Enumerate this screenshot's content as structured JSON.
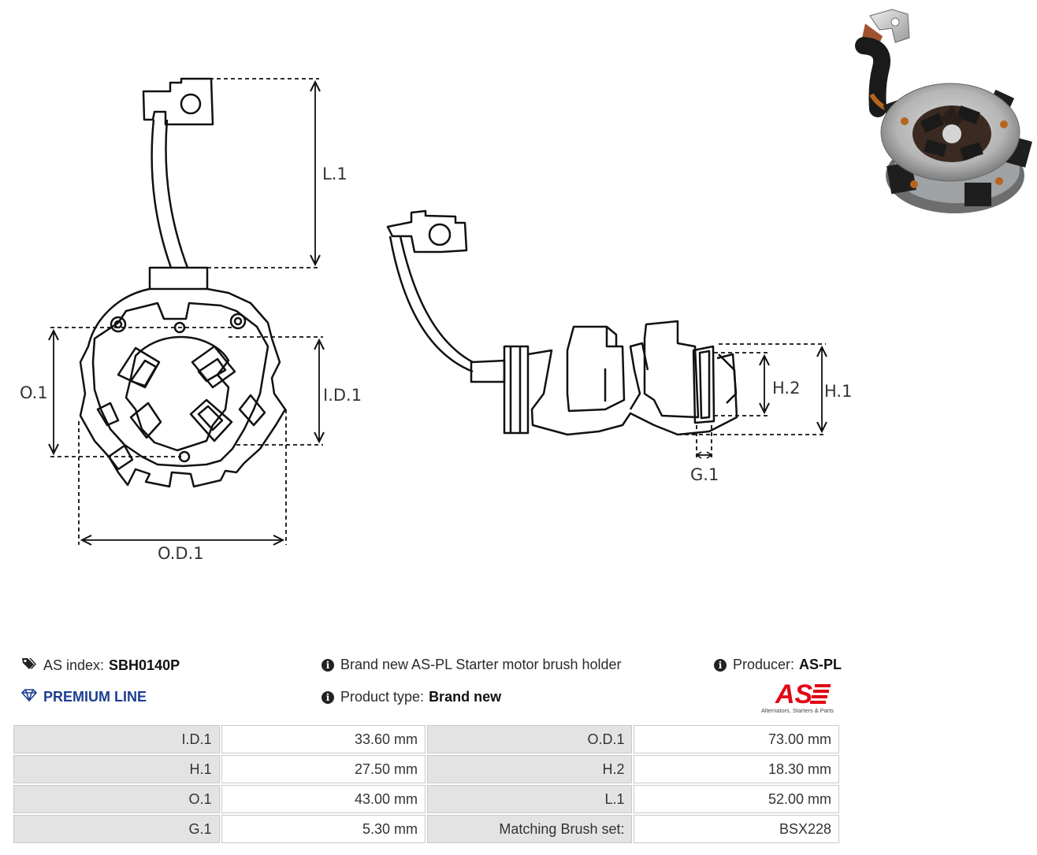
{
  "diagram": {
    "labels": {
      "l1": "L.1",
      "o1": "O.1",
      "id1": "I.D.1",
      "od1": "O.D.1",
      "h2": "H.2",
      "h1": "H.1",
      "g1": "G.1"
    }
  },
  "info": {
    "as_index_label": "AS index:",
    "as_index_value": "SBH0140P",
    "premium_line": "PREMIUM LINE",
    "description": "Brand new AS-PL Starter motor brush holder",
    "product_type_label": "Product type:",
    "product_type_value": "Brand new",
    "producer_label": "Producer:",
    "producer_value": "AS-PL"
  },
  "logo": {
    "mark": "AS",
    "tagline": "Alternators, Starters & Parts",
    "color": "#e30613"
  },
  "icons": {
    "tag": "tags-icon",
    "diamond": "diamond-icon",
    "info": "info-circle-icon"
  },
  "specs": {
    "rows": [
      [
        {
          "k": "I.D.1",
          "v": "33.60 mm"
        },
        {
          "k": "O.D.1",
          "v": "73.00 mm"
        }
      ],
      [
        {
          "k": "H.1",
          "v": "27.50 mm"
        },
        {
          "k": "H.2",
          "v": "18.30 mm"
        }
      ],
      [
        {
          "k": "O.1",
          "v": "43.00 mm"
        },
        {
          "k": "L.1",
          "v": "52.00 mm"
        }
      ],
      [
        {
          "k": "G.1",
          "v": "5.30 mm"
        },
        {
          "k": "Matching Brush set:",
          "v": "BSX228"
        }
      ]
    ]
  }
}
